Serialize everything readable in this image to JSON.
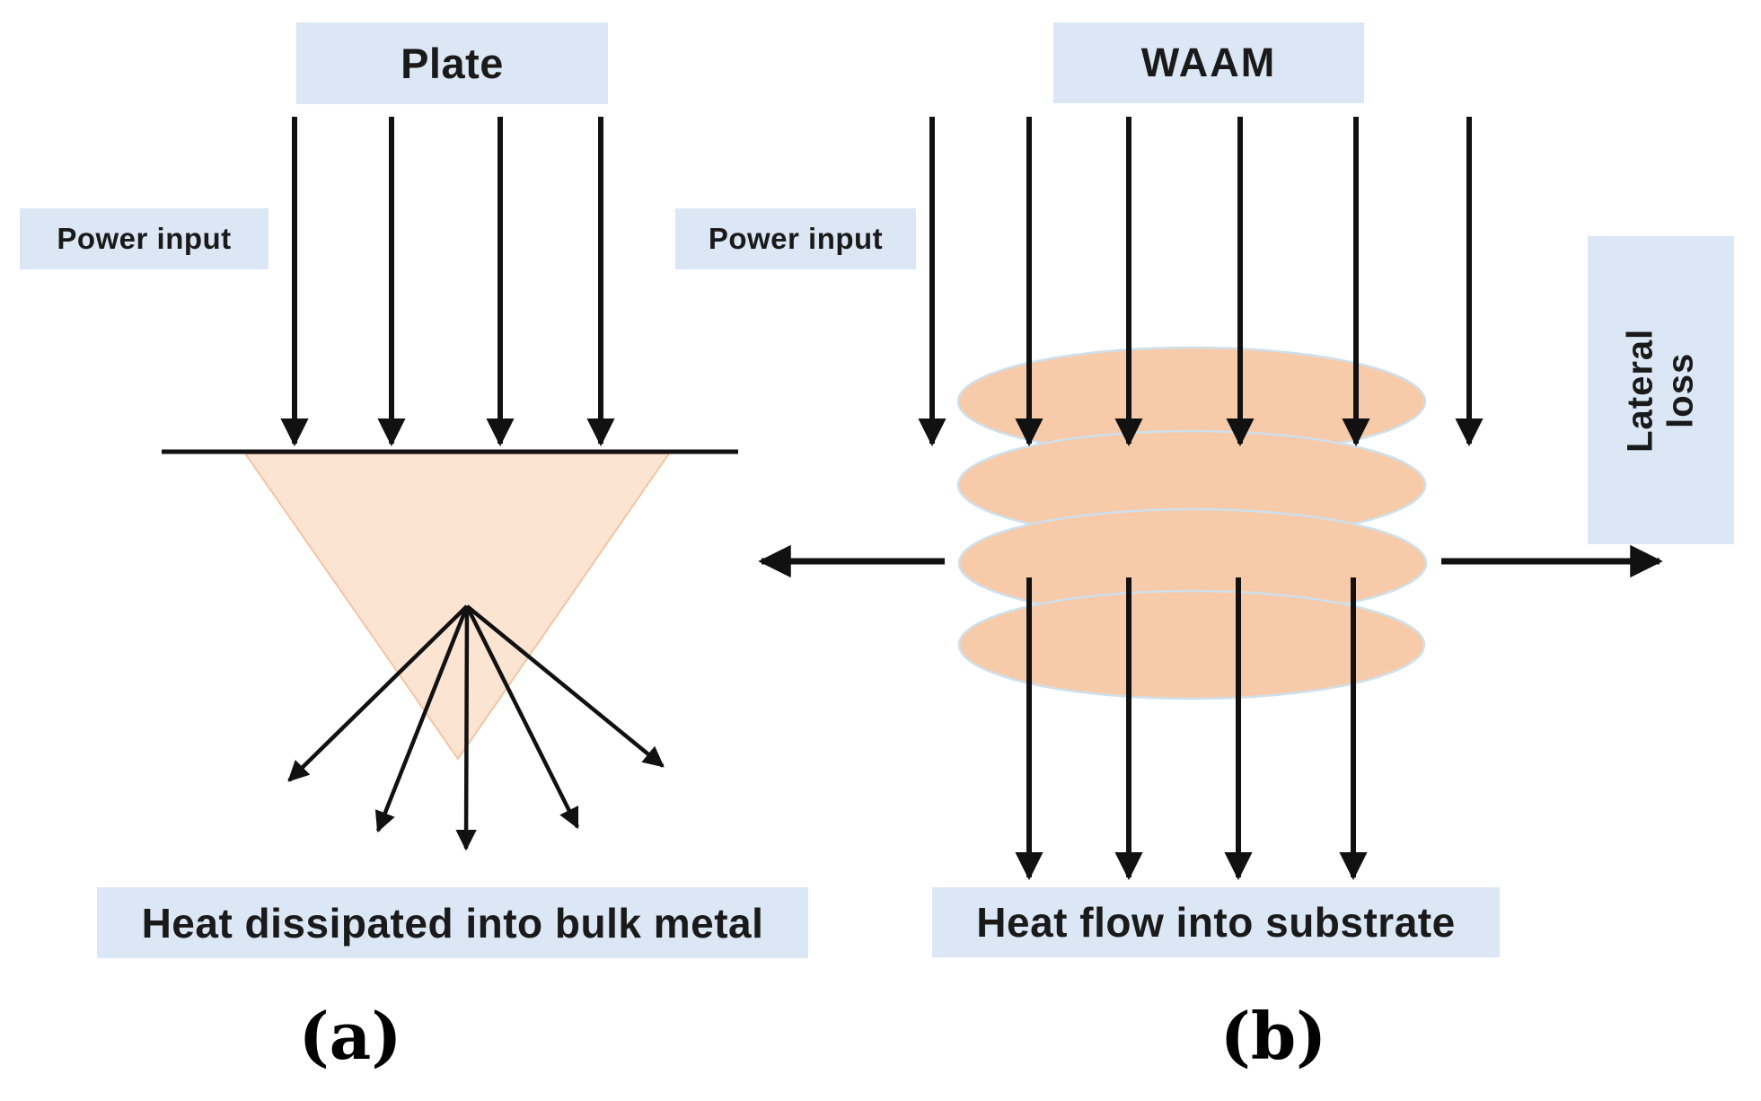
{
  "colors": {
    "label_bg": "#dbe7f5",
    "text": "#1a1a1a",
    "arrow": "#111111",
    "cone_fill": "#fce4d3",
    "cone_stroke": "#f5c3a0",
    "bead_fill": "#f7cba9",
    "bead_stroke": "#cfe0ec"
  },
  "panel_a": {
    "title": "Plate",
    "power_input_label": "Power input",
    "bottom_label": "Heat dissipated into bulk metal",
    "caption": "(a)"
  },
  "panel_b": {
    "title": "WAAM",
    "power_input_label": "Power input",
    "lateral_loss_label": "Lateral\nloss",
    "bottom_label": "Heat flow into substrate",
    "caption": "(b)"
  }
}
